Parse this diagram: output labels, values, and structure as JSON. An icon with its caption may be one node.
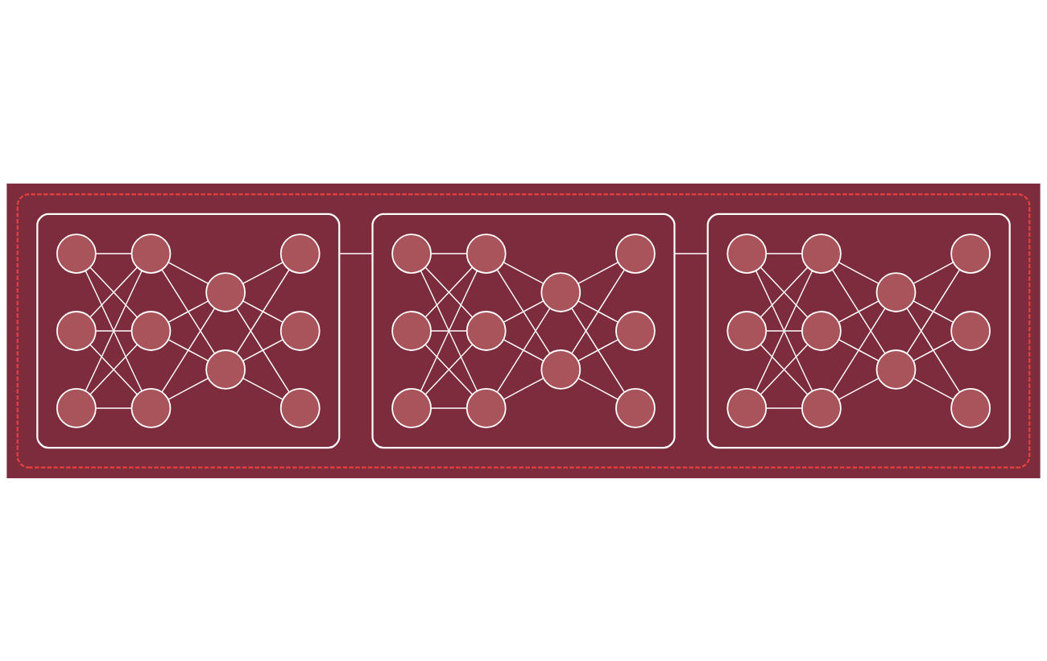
{
  "diagram": {
    "nodes": [
      {
        "text": [],
        "shape": "box"
      },
      {
        "text": [],
        "shape": "box",
        "in": 0
      },
      {
        "text": [],
        "shape": "circle",
        "in": 1
      },
      {
        "text": [],
        "shape": "circle",
        "in": 1
      },
      {
        "text": [],
        "shape": "circle",
        "in": 1
      },
      {
        "text": [],
        "shape": "circle",
        "in": 1
      },
      {
        "text": [],
        "shape": "circle",
        "in": 1
      },
      {
        "text": [],
        "shape": "circle",
        "in": 1
      },
      {
        "text": [],
        "shape": "circle",
        "in": 1
      },
      {
        "text": [],
        "shape": "circle",
        "in": 1
      },
      {
        "text": [],
        "shape": "circle",
        "in": 1
      },
      {
        "text": [],
        "shape": "circle",
        "in": 1
      },
      {
        "text": [],
        "shape": "circle",
        "in": 1
      },
      {
        "text": [],
        "shape": "box",
        "in": 0
      },
      {
        "text": [],
        "shape": "circle",
        "in": 13
      },
      {
        "text": [],
        "shape": "circle",
        "in": 13
      },
      {
        "text": [],
        "shape": "circle",
        "in": 13
      },
      {
        "text": [],
        "shape": "circle",
        "in": 13
      },
      {
        "text": [],
        "shape": "circle",
        "in": 13
      },
      {
        "text": [],
        "shape": "circle",
        "in": 13
      },
      {
        "text": [],
        "shape": "circle",
        "in": 13
      },
      {
        "text": [],
        "shape": "circle",
        "in": 13
      },
      {
        "text": [],
        "shape": "circle",
        "in": 13
      },
      {
        "text": [],
        "shape": "circle",
        "in": 13
      },
      {
        "text": [],
        "shape": "circle",
        "in": 13
      },
      {
        "text": [],
        "shape": "box",
        "in": 0
      },
      {
        "text": [],
        "shape": "circle",
        "in": 25
      },
      {
        "text": [],
        "shape": "circle",
        "in": 25
      },
      {
        "text": [],
        "shape": "circle",
        "in": 25
      },
      {
        "text": [],
        "shape": "circle",
        "in": 25
      },
      {
        "text": [],
        "shape": "circle",
        "in": 25
      },
      {
        "text": [],
        "shape": "circle",
        "in": 25
      },
      {
        "text": [],
        "shape": "circle",
        "in": 25
      },
      {
        "text": [],
        "shape": "circle",
        "in": 25
      },
      {
        "text": [],
        "shape": "circle",
        "in": 25
      },
      {
        "text": [],
        "shape": "circle",
        "in": 25
      },
      {
        "text": [],
        "shape": "circle",
        "in": 25
      }
    ],
    "edges": [
      {
        "from": 2,
        "to": 5,
        "arrow": "none"
      },
      {
        "from": 2,
        "to": 6,
        "arrow": "none"
      },
      {
        "from": 2,
        "to": 7,
        "arrow": "none"
      },
      {
        "from": 3,
        "to": 5,
        "arrow": "none"
      },
      {
        "from": 3,
        "to": 6,
        "arrow": "none"
      },
      {
        "from": 3,
        "to": 7,
        "arrow": "none"
      },
      {
        "from": 4,
        "to": 5,
        "arrow": "none"
      },
      {
        "from": 4,
        "to": 6,
        "arrow": "none"
      },
      {
        "from": 4,
        "to": 7,
        "arrow": "none"
      },
      {
        "from": 5,
        "to": 8,
        "arrow": "none"
      },
      {
        "from": 5,
        "to": 9,
        "arrow": "none"
      },
      {
        "from": 6,
        "to": 8,
        "arrow": "none"
      },
      {
        "from": 6,
        "to": 9,
        "arrow": "none"
      },
      {
        "from": 7,
        "to": 8,
        "arrow": "none"
      },
      {
        "from": 7,
        "to": 9,
        "arrow": "none"
      },
      {
        "from": 8,
        "to": 10,
        "arrow": "none"
      },
      {
        "from": 8,
        "to": 11,
        "arrow": "none"
      },
      {
        "from": 8,
        "to": 12,
        "arrow": "none"
      },
      {
        "from": 9,
        "to": 10,
        "arrow": "none"
      },
      {
        "from": 9,
        "to": 11,
        "arrow": "none"
      },
      {
        "from": 9,
        "to": 12,
        "arrow": "none"
      },
      {
        "from": 14,
        "to": 17,
        "arrow": "none"
      },
      {
        "from": 14,
        "to": 18,
        "arrow": "none"
      },
      {
        "from": 14,
        "to": 19,
        "arrow": "none"
      },
      {
        "from": 15,
        "to": 17,
        "arrow": "none"
      },
      {
        "from": 15,
        "to": 18,
        "arrow": "none"
      },
      {
        "from": 15,
        "to": 19,
        "arrow": "none"
      },
      {
        "from": 16,
        "to": 17,
        "arrow": "none"
      },
      {
        "from": 16,
        "to": 18,
        "arrow": "none"
      },
      {
        "from": 16,
        "to": 19,
        "arrow": "none"
      },
      {
        "from": 17,
        "to": 20,
        "arrow": "none"
      },
      {
        "from": 17,
        "to": 21,
        "arrow": "none"
      },
      {
        "from": 18,
        "to": 20,
        "arrow": "none"
      },
      {
        "from": 18,
        "to": 21,
        "arrow": "none"
      },
      {
        "from": 19,
        "to": 20,
        "arrow": "none"
      },
      {
        "from": 19,
        "to": 21,
        "arrow": "none"
      },
      {
        "from": 20,
        "to": 22,
        "arrow": "none"
      },
      {
        "from": 20,
        "to": 23,
        "arrow": "none"
      },
      {
        "from": 20,
        "to": 24,
        "arrow": "none"
      },
      {
        "from": 21,
        "to": 22,
        "arrow": "none"
      },
      {
        "from": 21,
        "to": 23,
        "arrow": "none"
      },
      {
        "from": 21,
        "to": 24,
        "arrow": "none"
      },
      {
        "from": 26,
        "to": 29,
        "arrow": "none"
      },
      {
        "from": 26,
        "to": 30,
        "arrow": "none"
      },
      {
        "from": 26,
        "to": 31,
        "arrow": "none"
      },
      {
        "from": 27,
        "to": 29,
        "arrow": "none"
      },
      {
        "from": 27,
        "to": 30,
        "arrow": "none"
      },
      {
        "from": 27,
        "to": 31,
        "arrow": "none"
      },
      {
        "from": 28,
        "to": 29,
        "arrow": "none"
      },
      {
        "from": 28,
        "to": 30,
        "arrow": "none"
      },
      {
        "from": 28,
        "to": 31,
        "arrow": "none"
      },
      {
        "from": 29,
        "to": 32,
        "arrow": "none"
      },
      {
        "from": 29,
        "to": 33,
        "arrow": "none"
      },
      {
        "from": 30,
        "to": 32,
        "arrow": "none"
      },
      {
        "from": 30,
        "to": 33,
        "arrow": "none"
      },
      {
        "from": 31,
        "to": 32,
        "arrow": "none"
      },
      {
        "from": 31,
        "to": 33,
        "arrow": "none"
      },
      {
        "from": 32,
        "to": 34,
        "arrow": "none"
      },
      {
        "from": 32,
        "to": 35,
        "arrow": "none"
      },
      {
        "from": 32,
        "to": 36,
        "arrow": "none"
      },
      {
        "from": 33,
        "to": 34,
        "arrow": "none"
      },
      {
        "from": 33,
        "to": 35,
        "arrow": "none"
      },
      {
        "from": 33,
        "to": 36,
        "arrow": "none"
      },
      {
        "from": 1,
        "to": 13,
        "arrow": "none"
      },
      {
        "from": 13,
        "to": 25,
        "arrow": "none"
      }
    ]
  }
}
